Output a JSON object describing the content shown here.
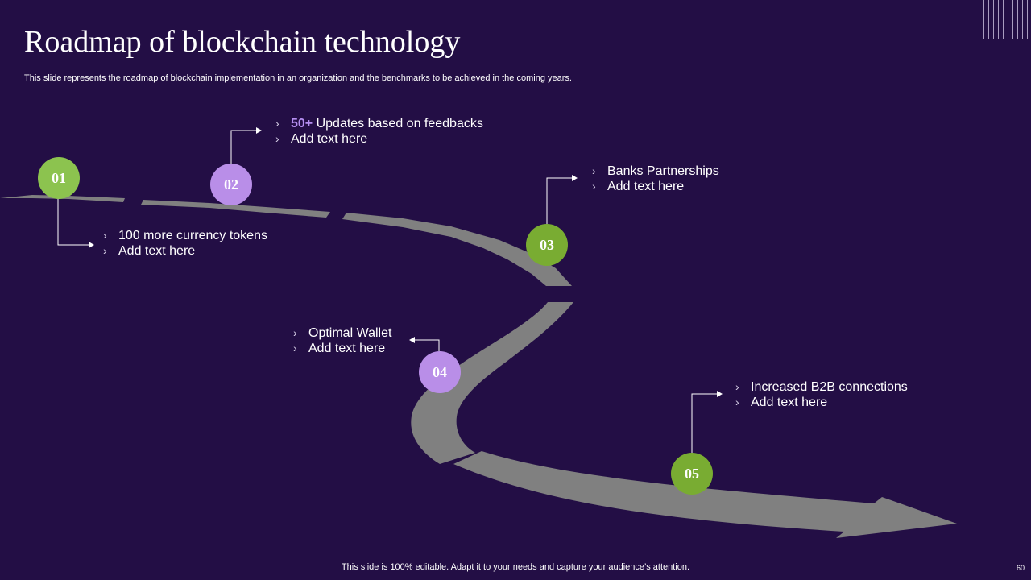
{
  "slide": {
    "title": "Roadmap of blockchain technology",
    "subtitle": "This slide represents the roadmap of blockchain implementation in an organization and the benchmarks to be achieved in the coming years.",
    "footer": "This slide is 100% editable. Adapt it to your needs and capture your audience’s attention.",
    "page_number": "60"
  },
  "colors": {
    "background": "#230e45",
    "road": "#808080",
    "connector": "#ffffff",
    "green_dark": "#79ac32",
    "green_light": "#8cc34f",
    "purple": "#b98ee8",
    "highlight": "#b48ef0"
  },
  "milestones": [
    {
      "label": "01",
      "color": "#8cc34f",
      "bullets": [
        {
          "text": "100 more currency tokens"
        },
        {
          "text": "Add text here"
        }
      ]
    },
    {
      "label": "02",
      "color": "#b98ee8",
      "bullets": [
        {
          "highlight": "50+",
          "text": " Updates based on feedbacks"
        },
        {
          "text": "Add text here"
        }
      ]
    },
    {
      "label": "03",
      "color": "#79ac32",
      "bullets": [
        {
          "text": "Banks Partnerships"
        },
        {
          "text": "Add text here"
        }
      ]
    },
    {
      "label": "04",
      "color": "#b98ee8",
      "bullets": [
        {
          "text": "Optimal Wallet"
        },
        {
          "text": "Add text here"
        }
      ]
    },
    {
      "label": "05",
      "color": "#79ac32",
      "bullets": [
        {
          "text": "Increased B2B connections"
        },
        {
          "text": "Add text here"
        }
      ]
    }
  ]
}
